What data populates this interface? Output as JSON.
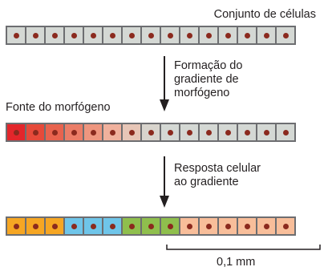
{
  "labels": {
    "cell_set": "Conjunto de células",
    "step1": [
      "Formação do",
      "gradiente de",
      "morfógeno"
    ],
    "source": "Fonte do morfógeno",
    "step2": [
      "Resposta celular",
      "ao gradiente"
    ],
    "scale": "0,1 mm"
  },
  "rows": {
    "initial": [
      "#d4d8d4",
      "#d4d8d4",
      "#d4d8d4",
      "#d4d8d4",
      "#d4d8d4",
      "#d4d8d4",
      "#d4d8d4",
      "#d4d8d4",
      "#d4d8d4",
      "#d4d8d4",
      "#d4d8d4",
      "#d4d8d4",
      "#d4d8d4",
      "#d4d8d4",
      "#d4d8d4"
    ],
    "gradient": [
      "#e3262b",
      "#e64a3a",
      "#e8634e",
      "#eb7d67",
      "#ee967f",
      "#f0b19d",
      "#e7c6b7",
      "#d8d4cd",
      "#d4d8d4",
      "#d4d8d4",
      "#d4d8d4",
      "#d4d8d4",
      "#d4d8d4",
      "#d4d8d4",
      "#d4d8d4"
    ],
    "response": [
      "#f6a623",
      "#f6a623",
      "#f6a623",
      "#6fc5e9",
      "#6fc5e9",
      "#6fc5e9",
      "#8fbf4d",
      "#8fbf4d",
      "#8fbf4d",
      "#f8be9a",
      "#f8be9a",
      "#f8be9a",
      "#f8be9a",
      "#f8be9a",
      "#f8be9a"
    ]
  },
  "colors": {
    "cell_border": "#6d6e71",
    "nucleus": "#8b2a1e",
    "arrow": "#231f20"
  }
}
